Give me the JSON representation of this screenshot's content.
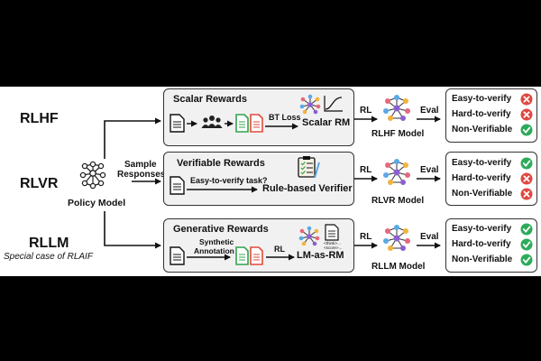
{
  "methods": {
    "rlhf": "RLHF",
    "rlvr": "RLVR",
    "rllm": "RLLM",
    "rllm_note": "Special case of RLAIF"
  },
  "policy": {
    "label": "Policy Model",
    "sample_label_1": "Sample",
    "sample_label_2": "Responses"
  },
  "rlhf_box": {
    "title": "Scalar Rewards",
    "loss_label": "BT Loss",
    "rm_label": "Scalar RM"
  },
  "rlvr_box": {
    "title": "Verifiable Rewards",
    "task_label": "Easy-to-verify task?",
    "verifier_label": "Rule-based Verifier"
  },
  "rllm_box": {
    "title": "Generative Rewards",
    "annot_1": "Synthetic",
    "annot_2": "Annotation",
    "rl_label": "RL",
    "rm_label": "LM-as-RM",
    "think_tag": "<think>...",
    "score_tag": "<score>..."
  },
  "arrows": {
    "rl": "RL",
    "eval": "Eval"
  },
  "models": {
    "rlhf": "RLHF Model",
    "rlvr": "RLVR Model",
    "rllm": "RLLM Model"
  },
  "eval_items": {
    "easy": "Easy-to-verify",
    "hard": "Hard-to-verify",
    "nonver": "Non-Verifiable"
  },
  "colors": {
    "check": "#2dab5a",
    "cross": "#e2473f",
    "doc_green": "#2fa44f",
    "doc_red": "#e24a3b",
    "node_pink": "#e8677b",
    "node_blue": "#5aa9e6",
    "node_purple": "#8c5fd1",
    "node_yellow": "#f2b33d"
  },
  "eval_results": {
    "rlhf": [
      "cross",
      "cross",
      "check"
    ],
    "rlvr": [
      "check",
      "cross",
      "cross"
    ],
    "rllm": [
      "check",
      "check",
      "check"
    ]
  }
}
